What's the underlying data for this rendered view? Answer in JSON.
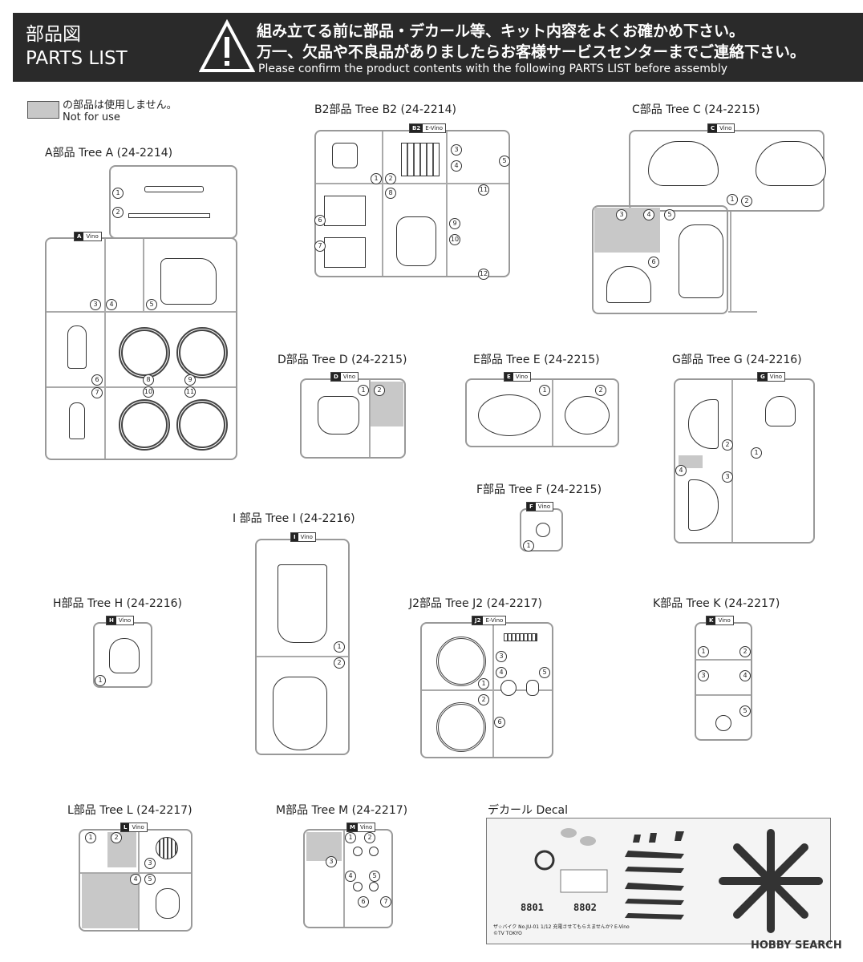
{
  "header": {
    "title_jp": "部品図",
    "title_en": "PARTS LIST",
    "notice_jp_1": "組み立てる前に部品・デカール等、キット内容をよくお確かめ下さい。",
    "notice_jp_2": "万一、欠品や不良品がありましたらお客様サービスセンターまでご連絡下さい。",
    "notice_en": "Please confirm the product contents with the following PARTS LIST before assembly",
    "icon": "warning-triangle-icon"
  },
  "legend": {
    "jp": "の部品は使用しません。",
    "en": "Not for use",
    "swatch_color": "#c8c8c8"
  },
  "trees": {
    "a": {
      "title": "A部品 Tree A (24-2214)",
      "tag_key": "A",
      "tag_name": "Vino",
      "nums": [
        "1",
        "2",
        "3",
        "4",
        "5",
        "6",
        "7",
        "8",
        "9",
        "10",
        "11"
      ]
    },
    "b2": {
      "title": "B2部品 Tree B2 (24-2214)",
      "tag_key": "B2",
      "tag_name": "E-Vino",
      "nums": [
        "1",
        "2",
        "3",
        "4",
        "5",
        "6",
        "7",
        "8",
        "9",
        "10",
        "11",
        "12"
      ]
    },
    "c": {
      "title": "C部品 Tree C (24-2215)",
      "tag_key": "C",
      "tag_name": "Vino",
      "nums": [
        "1",
        "2",
        "3",
        "4",
        "5",
        "6"
      ]
    },
    "d": {
      "title": "D部品 Tree D (24-2215)",
      "tag_key": "D",
      "tag_name": "Vino",
      "nums": [
        "1",
        "2"
      ]
    },
    "e": {
      "title": "E部品 Tree E (24-2215)",
      "tag_key": "E",
      "tag_name": "Vino",
      "nums": [
        "1",
        "2"
      ]
    },
    "f": {
      "title": "F部品 Tree F (24-2215)",
      "tag_key": "F",
      "tag_name": "Vino",
      "nums": [
        "1"
      ]
    },
    "g": {
      "title": "G部品 Tree G (24-2216)",
      "tag_key": "G",
      "tag_name": "Vino",
      "nums": [
        "1",
        "2",
        "3",
        "4"
      ]
    },
    "i": {
      "title": "I 部品 Tree I (24-2216)",
      "tag_key": "I",
      "tag_name": "Vino",
      "nums": [
        "1",
        "2"
      ]
    },
    "h": {
      "title": "H部品 Tree H (24-2216)",
      "tag_key": "H",
      "tag_name": "Vino",
      "nums": [
        "1"
      ]
    },
    "j2": {
      "title": "J2部品 Tree J2 (24-2217)",
      "tag_key": "J2",
      "tag_name": "E-Vino",
      "nums": [
        "1",
        "2",
        "3",
        "4",
        "5",
        "6"
      ]
    },
    "k": {
      "title": "K部品 Tree K (24-2217)",
      "tag_key": "K",
      "tag_name": "Vino",
      "nums": [
        "1",
        "2",
        "3",
        "4",
        "5"
      ]
    },
    "l": {
      "title": "L部品 Tree L (24-2217)",
      "tag_key": "L",
      "tag_name": "Vino",
      "nums": [
        "1",
        "2",
        "3",
        "4",
        "5"
      ]
    },
    "m": {
      "title": "M部品 Tree M (24-2217)",
      "tag_key": "M",
      "tag_name": "Vino",
      "nums": [
        "1",
        "2",
        "3",
        "4",
        "5",
        "6",
        "7"
      ]
    }
  },
  "decal": {
    "title": "デカール Decal",
    "plate1": "8801",
    "plate2": "8802",
    "footer": "ザ☆バイク No.JU-01 1/12 充電させてもらえませんか? E-Vino",
    "copyright": "©TV TOKYO"
  },
  "watermark": "HOBBY SEARCH"
}
